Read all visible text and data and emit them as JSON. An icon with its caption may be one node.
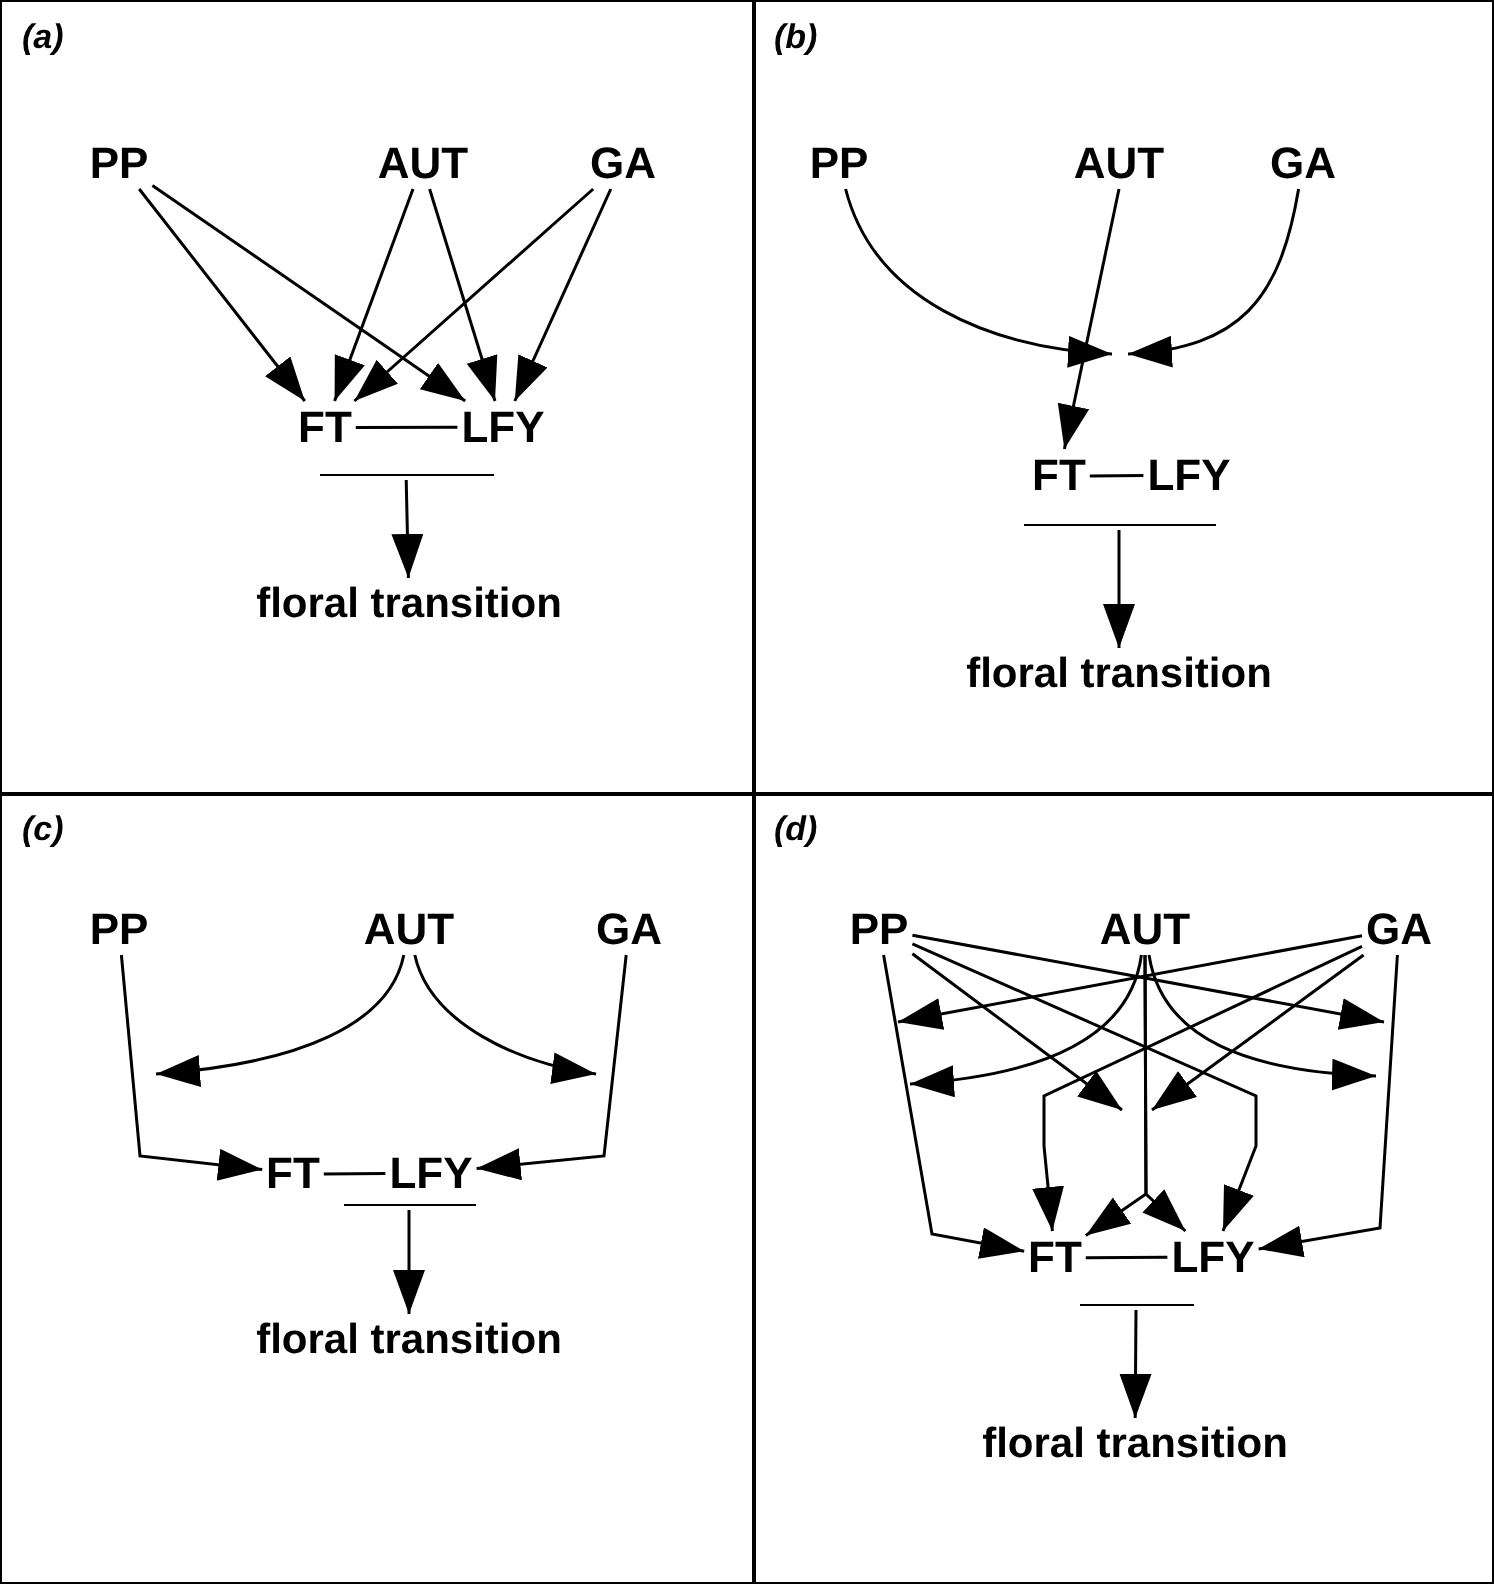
{
  "diagram": {
    "nodes": [
      {
        "text": [
          "(a)"
        ]
      },
      {
        "text": [
          "PP"
        ],
        "in": 0
      },
      {
        "text": [
          "AUT"
        ],
        "in": 0
      },
      {
        "text": [
          "GA"
        ],
        "in": 0
      },
      {
        "text": [
          "FT"
        ],
        "in": 0
      },
      {
        "text": [
          "LFY"
        ],
        "in": 0
      },
      {
        "text": [],
        "shape": "bar",
        "in": 0
      },
      {
        "text": [
          "floral transition"
        ],
        "in": 0
      },
      {
        "text": [
          "(b)"
        ]
      },
      {
        "text": [
          "PP"
        ],
        "in": 8
      },
      {
        "text": [
          "AUT"
        ],
        "in": 8
      },
      {
        "text": [
          "GA"
        ],
        "in": 8
      },
      {
        "text": [
          "FT"
        ],
        "in": 8
      },
      {
        "text": [
          "LFY"
        ],
        "in": 8
      },
      {
        "text": [],
        "shape": "bar",
        "in": 8
      },
      {
        "text": [
          "floral transition"
        ],
        "in": 8
      },
      {
        "text": [
          "(c)"
        ]
      },
      {
        "text": [
          "PP"
        ],
        "in": 16
      },
      {
        "text": [
          "AUT"
        ],
        "in": 16
      },
      {
        "text": [
          "GA"
        ],
        "in": 16
      },
      {
        "text": [
          "FT"
        ],
        "in": 16
      },
      {
        "text": [
          "LFY"
        ],
        "in": 16
      },
      {
        "text": [],
        "shape": "bar",
        "in": 16
      },
      {
        "text": [
          "floral transition"
        ],
        "in": 16
      },
      {
        "text": [
          "(d)"
        ]
      },
      {
        "text": [
          "PP"
        ],
        "in": 24
      },
      {
        "text": [
          "AUT"
        ],
        "in": 24
      },
      {
        "text": [
          "GA"
        ],
        "in": 24
      },
      {
        "text": [
          "FT"
        ],
        "in": 24
      },
      {
        "text": [
          "LFY"
        ],
        "in": 24
      },
      {
        "text": [],
        "shape": "bar",
        "in": 24
      },
      {
        "text": [
          "floral transition"
        ],
        "in": 24
      }
    ],
    "edges": [
      {
        "from": 1,
        "to": 4,
        "arrow": "to"
      },
      {
        "from": 1,
        "to": 5,
        "arrow": "to"
      },
      {
        "from": 2,
        "to": 4,
        "arrow": "to"
      },
      {
        "from": 2,
        "to": 5,
        "arrow": "to"
      },
      {
        "from": 3,
        "to": 4,
        "arrow": "to"
      },
      {
        "from": 3,
        "to": 5,
        "arrow": "to"
      },
      {
        "from": 4,
        "to": 5,
        "arrow": "none"
      },
      {
        "from": 6,
        "to": 7,
        "arrow": "to"
      },
      {
        "from": 9,
        "to": null,
        "arrow": "to"
      },
      {
        "from": 10,
        "to": 12,
        "arrow": "to"
      },
      {
        "from": 11,
        "to": null,
        "arrow": "to"
      },
      {
        "from": 12,
        "to": 13,
        "arrow": "none"
      },
      {
        "from": 14,
        "to": 15,
        "arrow": "to"
      },
      {
        "from": 17,
        "to": 20,
        "arrow": "to"
      },
      {
        "from": 18,
        "to": null,
        "arrow": "to"
      },
      {
        "from": 18,
        "to": null,
        "arrow": "to"
      },
      {
        "from": 19,
        "to": 21,
        "arrow": "to"
      },
      {
        "from": 20,
        "to": 21,
        "arrow": "none"
      },
      {
        "from": 22,
        "to": 23,
        "arrow": "to"
      },
      {
        "from": 25,
        "to": 28,
        "arrow": "to"
      },
      {
        "from": 25,
        "to": null,
        "arrow": "to"
      },
      {
        "from": 25,
        "to": null,
        "arrow": "to"
      },
      {
        "from": 25,
        "to": 29,
        "arrow": "to"
      },
      {
        "from": 26,
        "to": null,
        "arrow": "to"
      },
      {
        "from": 26,
        "to": null,
        "arrow": "to"
      },
      {
        "from": 26,
        "to": 28,
        "arrow": "to"
      },
      {
        "from": 26,
        "to": 29,
        "arrow": "to"
      },
      {
        "from": 27,
        "to": null,
        "arrow": "to"
      },
      {
        "from": 27,
        "to": null,
        "arrow": "to"
      },
      {
        "from": 27,
        "to": 28,
        "arrow": "to"
      },
      {
        "from": 27,
        "to": 29,
        "arrow": "to"
      },
      {
        "from": 28,
        "to": 29,
        "arrow": "none"
      },
      {
        "from": 30,
        "to": 31,
        "arrow": "to"
      }
    ]
  }
}
